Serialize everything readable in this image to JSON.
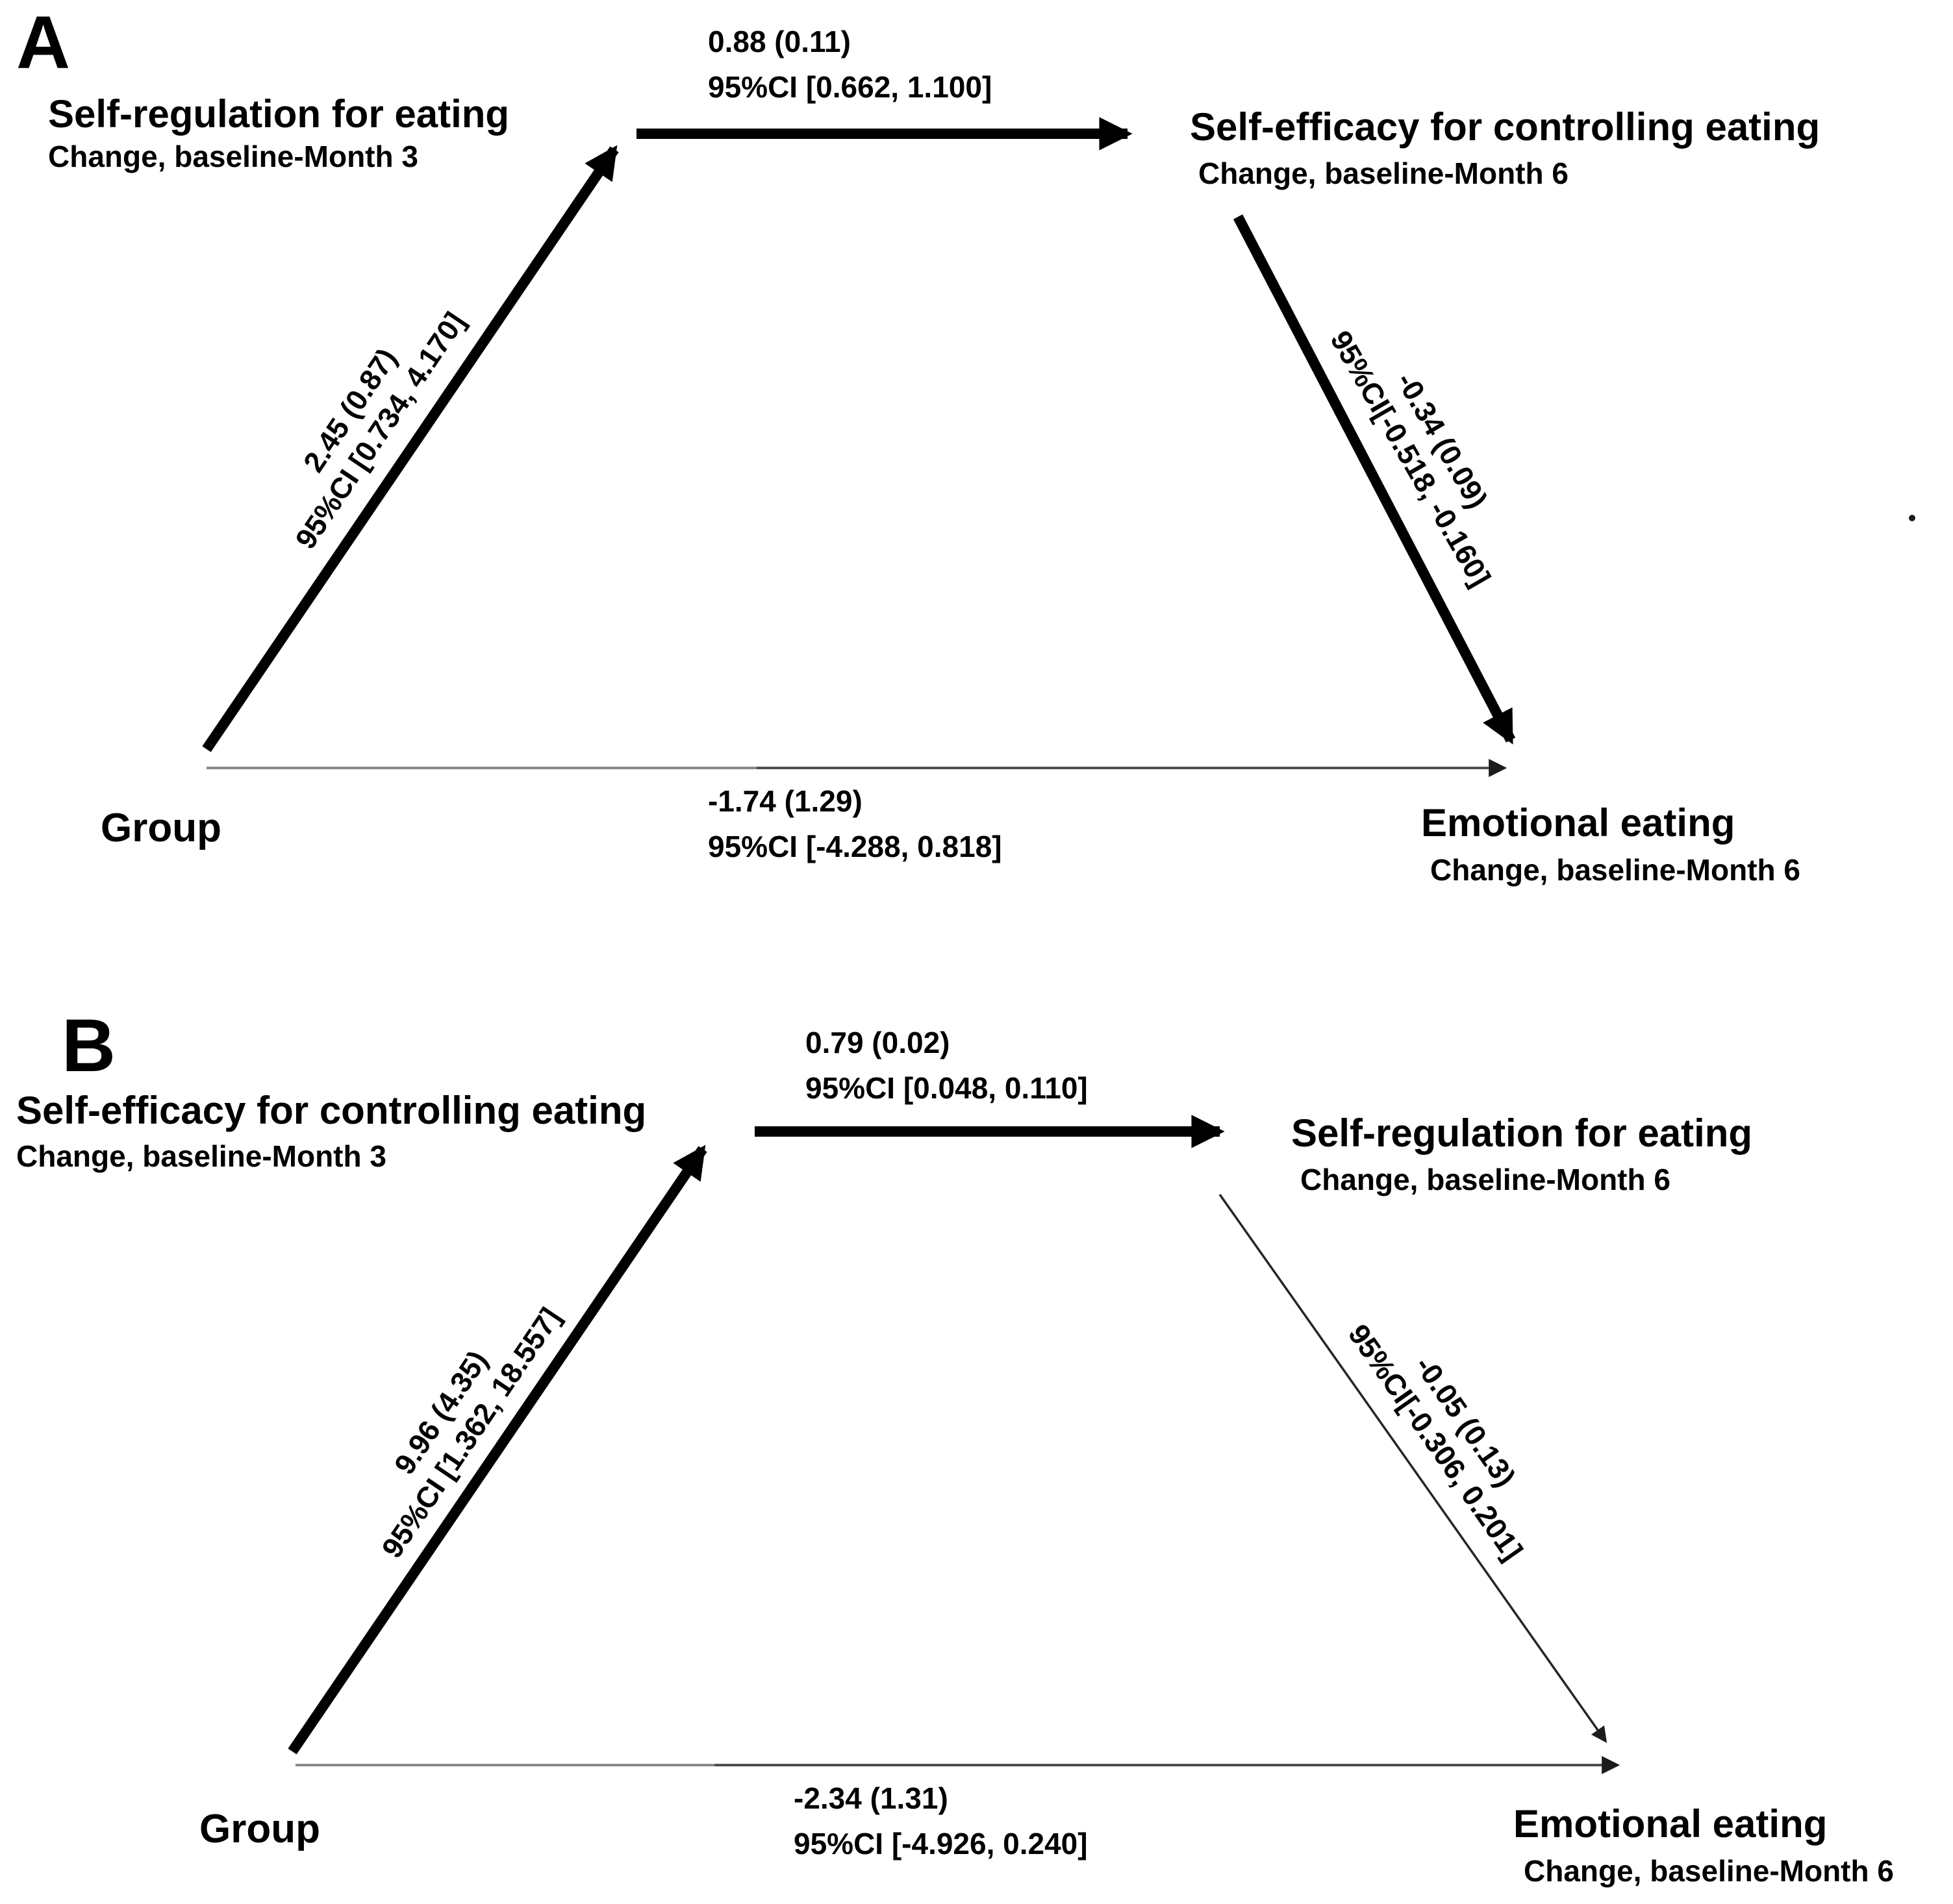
{
  "figure": {
    "panels": [
      {
        "panel_label": "A",
        "nodes": {
          "predictor": {
            "title": "Group"
          },
          "mediator_left": {
            "title": "Self-regulation for eating",
            "subtitle": "Change, baseline-Month 3"
          },
          "mediator_right": {
            "title": "Self-efficacy for controlling eating",
            "subtitle": "Change, baseline-Month 6"
          },
          "outcome": {
            "title": "Emotional eating",
            "subtitle": "Change, baseline-Month 6"
          }
        },
        "paths": {
          "group_to_mediator": {
            "estimate": "2.45 (0.87)",
            "ci": "95%CI [0.734, 4.170]",
            "significant": true
          },
          "mediator_to_mediator": {
            "estimate": "0.88 (0.11)",
            "ci": "95%CI [0.662, 1.100]",
            "significant": true
          },
          "mediator_to_outcome": {
            "estimate": "-0.34 (0.09)",
            "ci": "95%CI[-0.518, -0.160]",
            "significant": true
          },
          "group_to_outcome": {
            "estimate": "-1.74 (1.29)",
            "ci": "95%CI [-4.288, 0.818]",
            "significant": false
          }
        }
      },
      {
        "panel_label": "B",
        "nodes": {
          "predictor": {
            "title": "Group"
          },
          "mediator_left": {
            "title": "Self-efficacy for controlling eating",
            "subtitle": "Change, baseline-Month 3"
          },
          "mediator_right": {
            "title": "Self-regulation for eating",
            "subtitle": "Change, baseline-Month 6"
          },
          "outcome": {
            "title": "Emotional eating",
            "subtitle": "Change, baseline-Month 6"
          }
        },
        "paths": {
          "group_to_mediator": {
            "estimate": "9.96 (4.35)",
            "ci": "95%CI [1.362, 18.557]",
            "significant": true
          },
          "mediator_to_mediator": {
            "estimate": "0.79 (0.02)",
            "ci": "95%CI [0.048, 0.110]",
            "significant": true
          },
          "mediator_to_outcome": {
            "estimate": "-0.05 (0.13)",
            "ci": "95%CI[-0.306, 0.201]",
            "significant": false
          },
          "group_to_outcome": {
            "estimate": "-2.34 (1.31)",
            "ci": "95%CI [-4.926, 0.240]",
            "significant": false
          }
        }
      }
    ],
    "stray_dot": ".",
    "colors": {
      "line_black": "#000000",
      "line_gray": "#8a8a8a",
      "line_darkgray": "#4f4f4f",
      "arrowhead_dark": "#1c1c1c"
    }
  }
}
